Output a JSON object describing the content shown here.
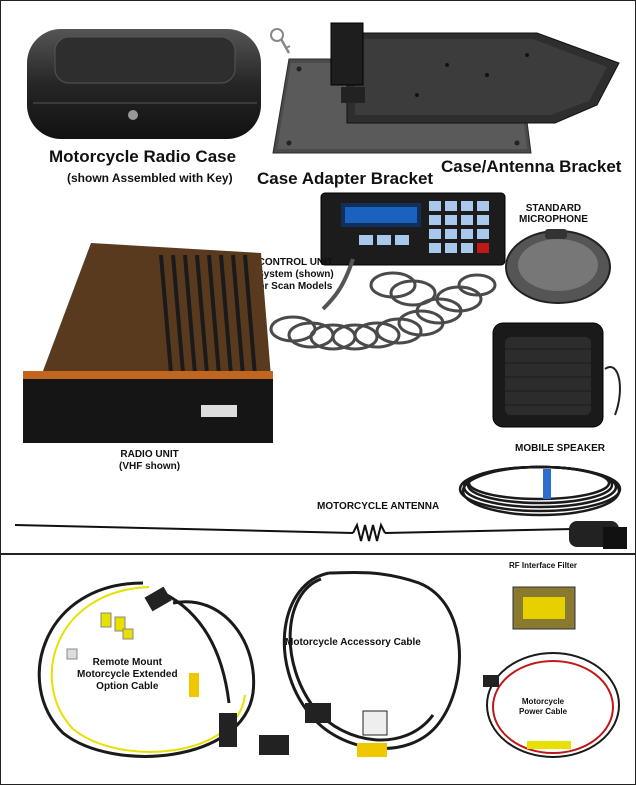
{
  "labels": {
    "radio_case": "Motorcycle Radio Case",
    "radio_case_sub": "(shown Assembled with Key)",
    "case_antenna_bracket": "Case/Antenna Bracket",
    "case_adapter_bracket": "Case Adapter Bracket",
    "standard_microphone_l1": "STANDARD",
    "standard_microphone_l2": "MICROPHONE",
    "control_unit_l1": "CONTROL UNIT",
    "control_unit_l2": "System (shown)",
    "control_unit_l3": "or Scan Models",
    "radio_unit_l1": "RADIO UNIT",
    "radio_unit_l2": "(VHF shown)",
    "mobile_speaker": "MOBILE SPEAKER",
    "motorcycle_antenna": "MOTORCYCLE ANTENNA",
    "rf_interface_filter": "RF Interface Filter",
    "accessory_cable": "Motorcycle Accessory Cable",
    "remote_mount_l1": "Remote Mount",
    "remote_mount_l2": "Motorcycle Extended",
    "remote_mount_l3": "Option Cable",
    "power_cable_l1": "Motorcycle",
    "power_cable_l2": "Power Cable"
  },
  "colors": {
    "case_black": "#1c1c1c",
    "bracket_gray": "#3a3a3a",
    "radio_orange": "#c2661e",
    "display_blue": "#1e6fd8",
    "key_blue": "#a8c8ec",
    "yellow_wire": "#e8e000",
    "red_wire": "#c01818",
    "ferrite_blue": "#2a6fd0",
    "tag_yellow": "#f0c800"
  }
}
